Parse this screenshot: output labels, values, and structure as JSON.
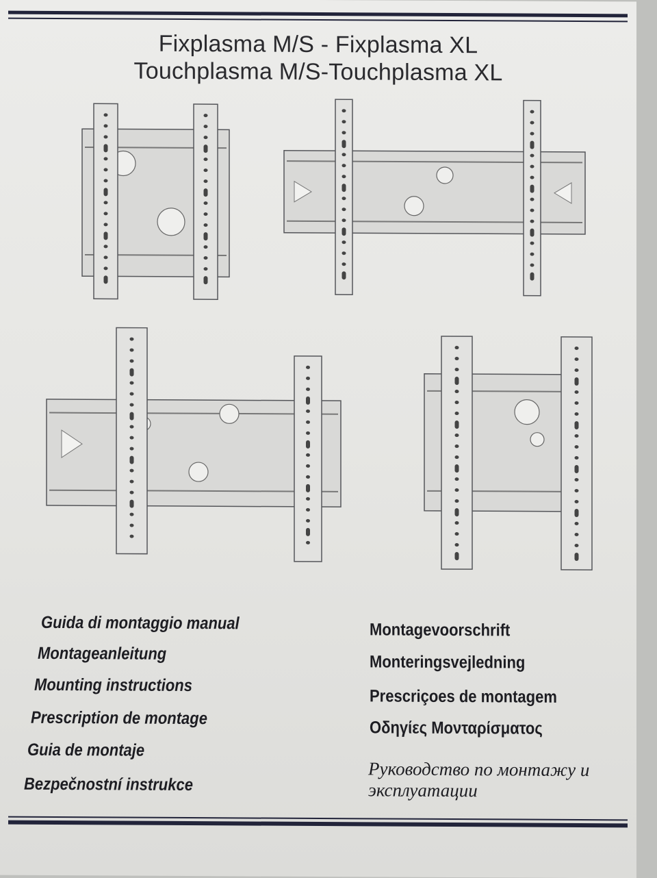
{
  "header": {
    "title_line1": "Fixplasma M/S - Fixplasma XL",
    "title_line2": "Touchplasma M/S-Touchplasma XL"
  },
  "figures": [
    {
      "name": "fixplasma-ms-bracket",
      "icon": "wall-mount-bracket-icon"
    },
    {
      "name": "fixplasma-xl-bracket",
      "icon": "wall-mount-bracket-icon"
    },
    {
      "name": "touchplasma-xl-bracket",
      "icon": "tilting-wall-mount-icon"
    },
    {
      "name": "touchplasma-ms-bracket",
      "icon": "tilting-wall-mount-icon"
    }
  ],
  "languages_left": [
    "Guida di montaggio manual",
    "Montageanleitung",
    "Mounting instructions",
    "Prescription de montage",
    "Guia de montaje",
    "Bezpečnostní instrukce"
  ],
  "languages_right": [
    "Montagevoorschrift",
    "Monteringsvejledning",
    "Prescriçoes de montagem",
    "Οδηγίες Μονταρίσματος"
  ],
  "russian": {
    "line1": "Руководство по монтажу и",
    "line2": "эксплуатации"
  },
  "colors": {
    "rule": "#22243a",
    "ink": "#1d1d22",
    "paper": "#e8e8e5"
  }
}
